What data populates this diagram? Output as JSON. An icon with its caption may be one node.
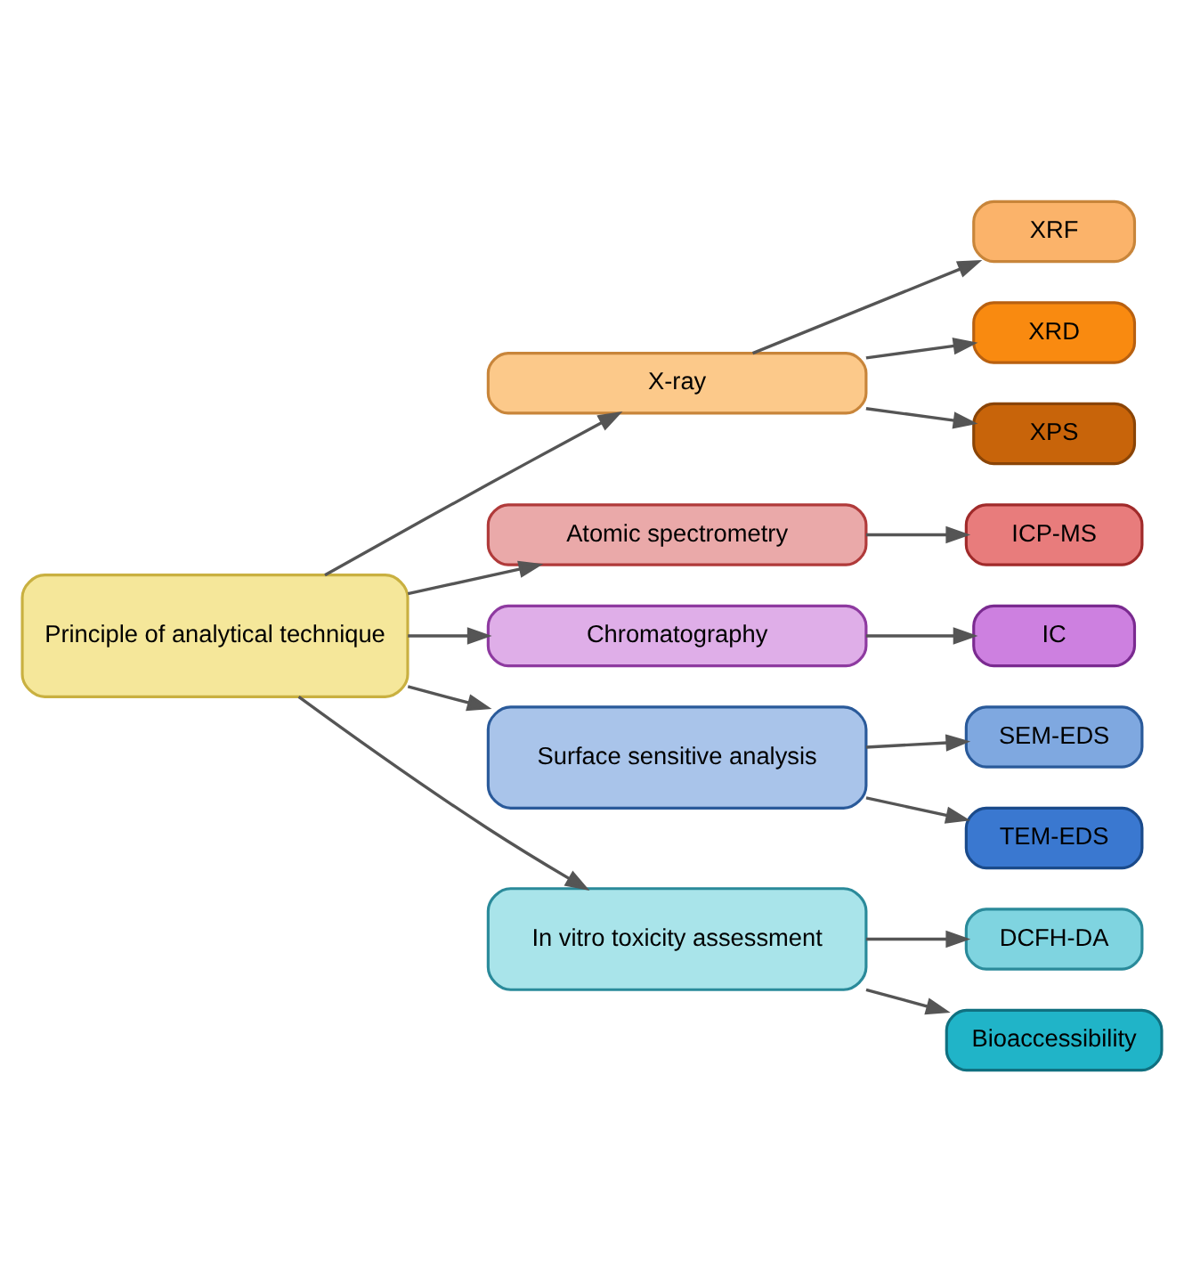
{
  "diagram": {
    "nodes": [
      {
        "text": [
          "Principle of analytical technique"
        ]
      },
      {
        "text": [
          "X-ray"
        ]
      },
      {
        "text": [
          "XRF"
        ]
      },
      {
        "text": [
          "XRD"
        ]
      },
      {
        "text": [
          "XPS"
        ]
      },
      {
        "text": [
          "Atomic spectrometry"
        ]
      },
      {
        "text": [
          "ICP-MS"
        ]
      },
      {
        "text": [
          "Chromatography"
        ]
      },
      {
        "text": [
          "IC"
        ]
      },
      {
        "text": [
          "Surface sensitive analysis"
        ]
      },
      {
        "text": [
          "SEM-EDS"
        ]
      },
      {
        "text": [
          "TEM-EDS"
        ]
      },
      {
        "text": [
          "In vitro toxicity assessment"
        ]
      },
      {
        "text": [
          "DCFH-DA"
        ]
      },
      {
        "text": [
          "Bioaccessibility"
        ]
      }
    ],
    "edges": [
      {
        "from": 0,
        "to": 1,
        "arrow": "to"
      },
      {
        "from": 0,
        "to": 5,
        "arrow": "to"
      },
      {
        "from": 0,
        "to": 7,
        "arrow": "to"
      },
      {
        "from": 0,
        "to": 9,
        "arrow": "to"
      },
      {
        "from": 0,
        "to": 12,
        "arrow": "to"
      },
      {
        "from": 1,
        "to": 2,
        "arrow": "to"
      },
      {
        "from": 1,
        "to": 3,
        "arrow": "to"
      },
      {
        "from": 1,
        "to": 4,
        "arrow": "to"
      },
      {
        "from": 5,
        "to": 6,
        "arrow": "to"
      },
      {
        "from": 7,
        "to": 8,
        "arrow": "to"
      },
      {
        "from": 9,
        "to": 10,
        "arrow": "to"
      },
      {
        "from": 9,
        "to": 11,
        "arrow": "to"
      },
      {
        "from": 12,
        "to": 13,
        "arrow": "to"
      },
      {
        "from": 12,
        "to": 14,
        "arrow": "to"
      }
    ]
  }
}
